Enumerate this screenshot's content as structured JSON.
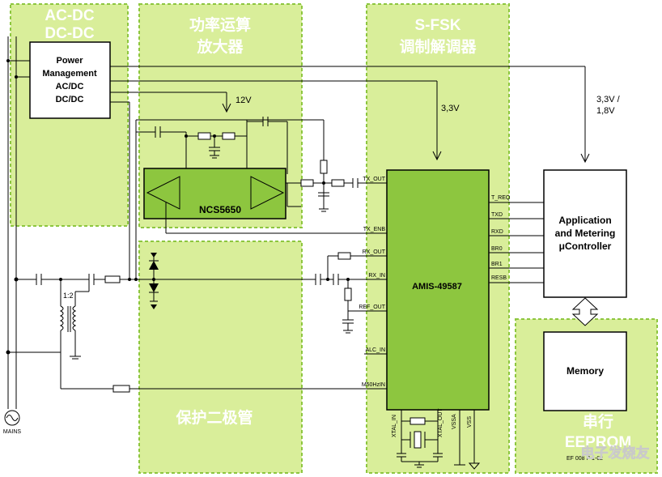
{
  "regions": {
    "acdc": [
      "AC-DC",
      "DC-DC"
    ],
    "opamp": [
      "功率运算",
      "放大器"
    ],
    "sfsk": [
      "S-FSK",
      "调制解调器"
    ],
    "protection": "保护二极管",
    "eeprom": [
      "串行",
      "EEPROM"
    ]
  },
  "power_management": [
    "Power",
    "Management",
    "AC/DC",
    "DC/DC"
  ],
  "opamp_chip": "NCS5650",
  "modem_chip": "AMIS-49587",
  "controller": [
    "Application",
    "and Metering",
    "μController"
  ],
  "memory": "Memory",
  "voltages": {
    "v12": "12V",
    "v33": "3,3V",
    "v33_18": [
      "3,3V /",
      "1,8V"
    ]
  },
  "transformer_ratio": "1:2",
  "mains": "MAINS",
  "pins_left": [
    "TX_OUT",
    "TX_ENB",
    "RX_OUT",
    "RX_IN",
    "REF_OUT",
    "ALC_IN",
    "M50HzIN"
  ],
  "pins_right": [
    "T_REQ",
    "TXD",
    "RXD",
    "BR0",
    "BR1",
    "RESB"
  ],
  "pins_bottom": [
    "XTAL_IN",
    "XTAL_OUT",
    "VSSA",
    "VSS"
  ],
  "watermark": "电子发烧友",
  "figure_id": "EF 008 P 1-62"
}
